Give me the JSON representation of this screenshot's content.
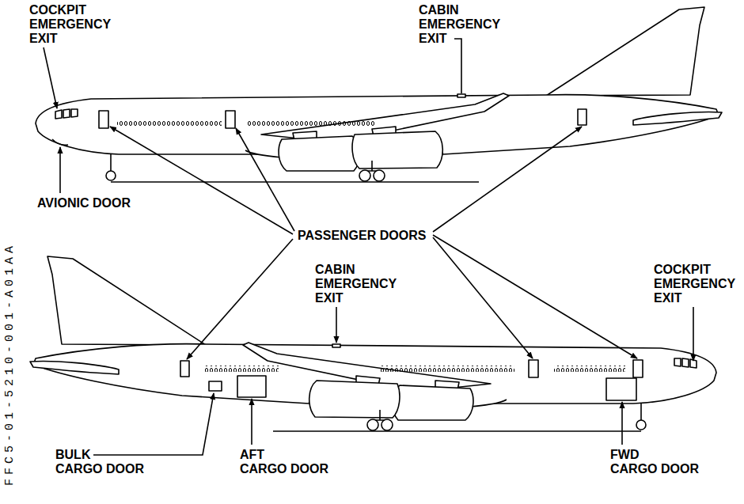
{
  "diagram": {
    "labels": [
      "COCKPIT EMERGENCY EXIT",
      "CABIN EMERGENCY EXIT",
      "AVIONIC DOOR",
      "PASSENGER DOORS",
      "CABIN EMERGENCY EXIT",
      "COCKPIT EMERGENCY EXIT",
      "BULK CARGO DOOR",
      "AFT CARGO DOOR",
      "FWD CARGO DOOR",
      "FFC5-01-5210-001-A01AA"
    ]
  }
}
